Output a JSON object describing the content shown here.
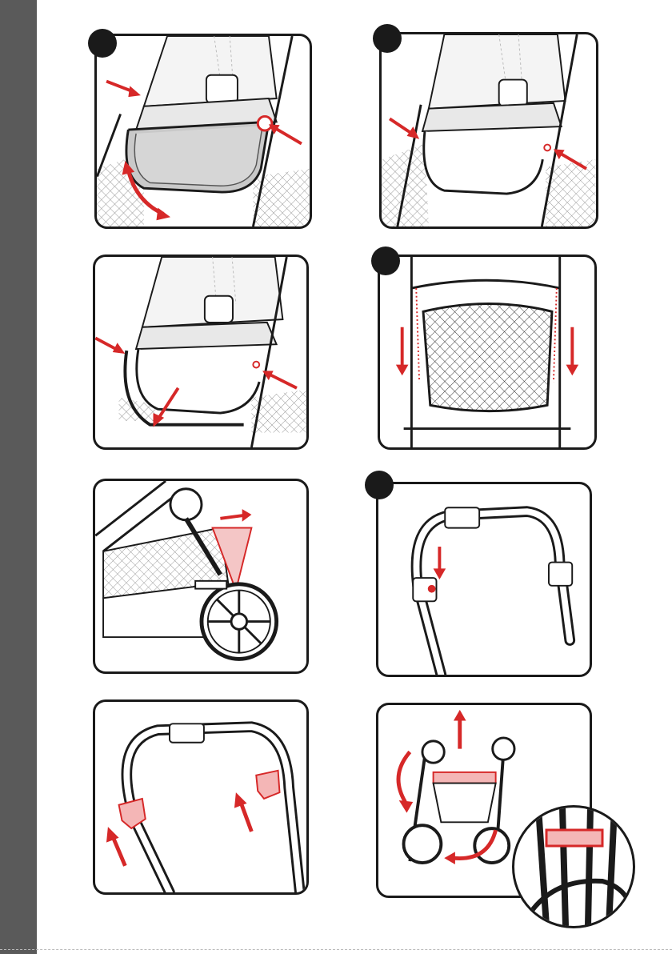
{
  "colors": {
    "accent_red": "#d62828",
    "outline": "#1a1a1a",
    "side_strip": "#5a5a5a",
    "panel_bg": "#ffffff"
  },
  "panels": [
    {
      "id": "p1",
      "step_badge": "",
      "icons": [
        "red-arrow-icon",
        "curved-arrow-icon",
        "bumper-bar-icon"
      ]
    },
    {
      "id": "p2",
      "step_badge": "",
      "icons": [
        "red-arrow-icon",
        "bumper-bar-icon"
      ]
    },
    {
      "id": "p3",
      "step_badge": "",
      "icons": [
        "red-arrow-icon",
        "bumper-bar-icon"
      ]
    },
    {
      "id": "p4",
      "step_badge": "",
      "icons": [
        "down-arrow-icon",
        "storage-basket-icon"
      ]
    },
    {
      "id": "p5",
      "step_badge": "",
      "icons": [
        "right-arrow-icon",
        "wheel-icon",
        "brake-pedal-icon"
      ]
    },
    {
      "id": "p6",
      "step_badge": "",
      "icons": [
        "down-arrow-icon",
        "handlebar-icon",
        "release-button-icon"
      ]
    },
    {
      "id": "p7",
      "step_badge": "",
      "icons": [
        "up-arrow-icon",
        "handlebar-icon"
      ]
    },
    {
      "id": "p8",
      "step_badge": "",
      "icons": [
        "up-arrow-icon",
        "fold-arrow-icon",
        "magnifier-detail-icon"
      ]
    }
  ]
}
